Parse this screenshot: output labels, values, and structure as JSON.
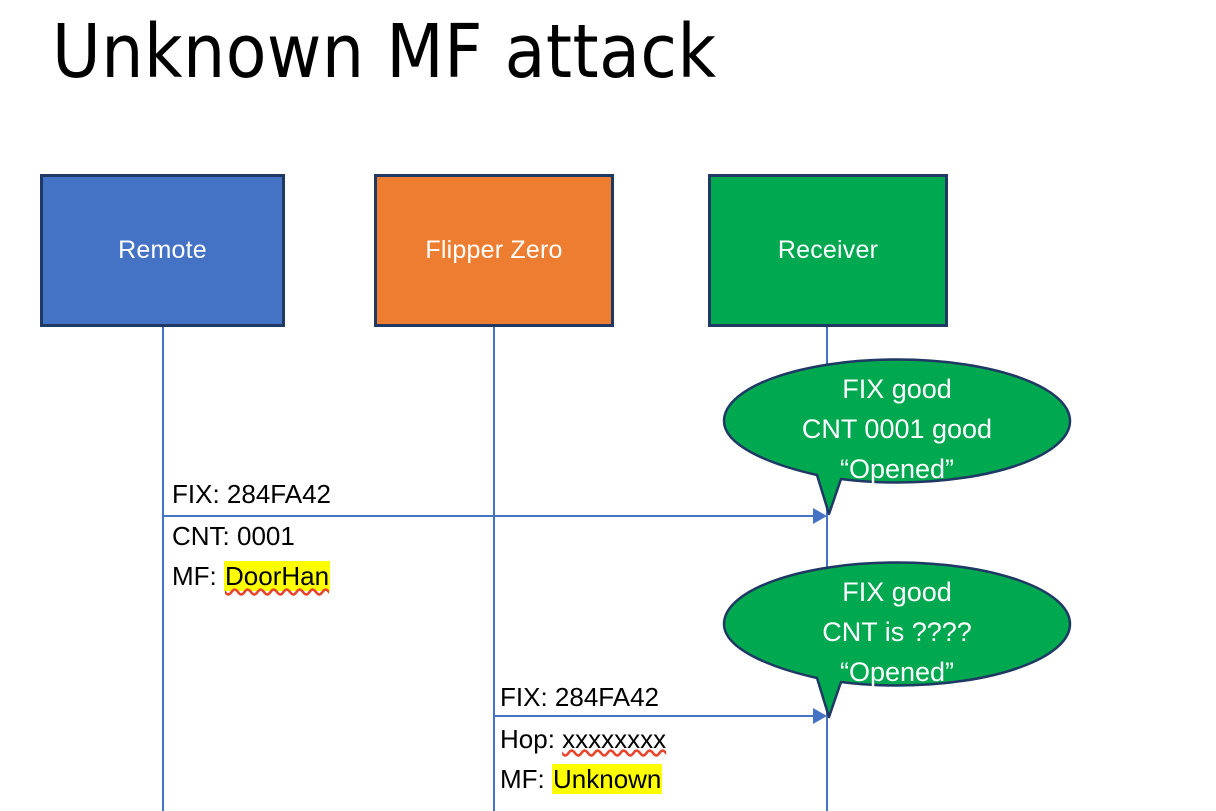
{
  "slide": {
    "title": "Unknown MF attack",
    "background": "#FFFFFF"
  },
  "colors": {
    "remote_fill": "#4472C4",
    "flipper_fill": "#ED7D31",
    "receiver_fill": "#00A850",
    "box_border": "#1F3864",
    "lifeline": "#4472C4",
    "arrow": "#4472C4",
    "highlight": "#FFFF00",
    "spellcheck_underline": "#E8432B",
    "text_light": "#FFFFFF",
    "text_dark": "#000000"
  },
  "actors": [
    {
      "id": "remote",
      "label": "Remote"
    },
    {
      "id": "flipper",
      "label": "Flipper Zero"
    },
    {
      "id": "receiver",
      "label": "Receiver"
    }
  ],
  "messages": [
    {
      "id": "message-1",
      "from": "remote",
      "to": "receiver",
      "lines": [
        {
          "prefix": "FIX: ",
          "value": "284FA42",
          "highlight": false,
          "spellcheck_flag": false
        },
        {
          "prefix": "CNT: ",
          "value": "0001",
          "highlight": false,
          "spellcheck_flag": false
        },
        {
          "prefix": "MF: ",
          "value": "DoorHan",
          "highlight": true,
          "spellcheck_flag": true
        }
      ]
    },
    {
      "id": "message-2",
      "from": "flipper",
      "to": "receiver",
      "lines": [
        {
          "prefix": "FIX: ",
          "value": "284FA42",
          "highlight": false,
          "spellcheck_flag": false
        },
        {
          "prefix": "Hop: ",
          "value": "xxxxxxxx",
          "highlight": false,
          "spellcheck_flag": true
        },
        {
          "prefix": "MF: ",
          "value": "Unknown",
          "highlight": true,
          "spellcheck_flag": false
        }
      ]
    }
  ],
  "callouts": [
    {
      "id": "callout-1",
      "owner": "receiver",
      "lines": [
        "FIX good",
        "CNT 0001 good",
        "“Opened”"
      ]
    },
    {
      "id": "callout-2",
      "owner": "receiver",
      "lines": [
        "FIX good",
        "CNT is ????",
        "“Opened”"
      ]
    }
  ]
}
